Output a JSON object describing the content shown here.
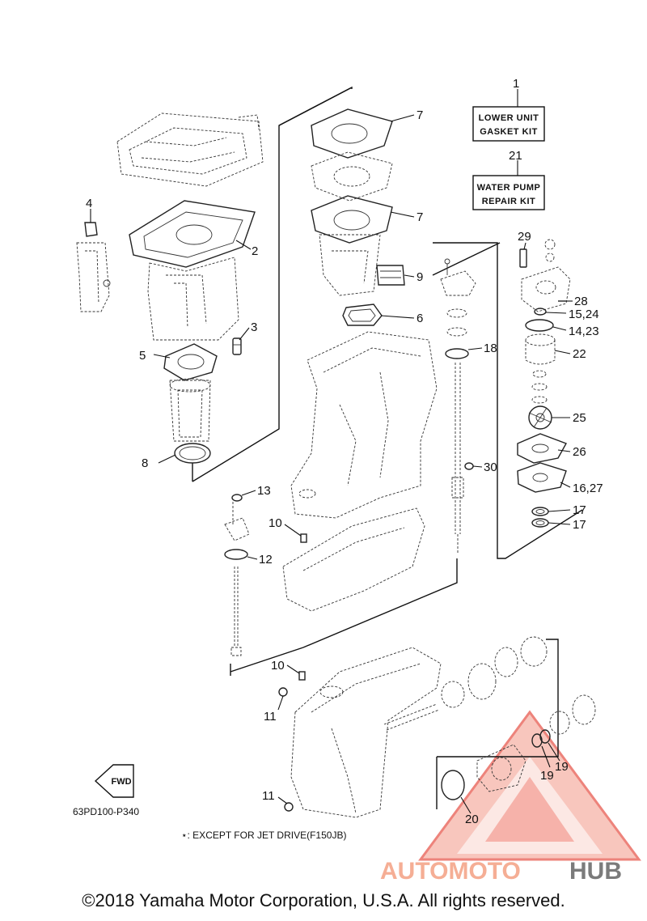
{
  "diagram": {
    "callouts": {
      "c1": "1",
      "c2": "2",
      "c3": "3",
      "c4": "4",
      "c5": "5",
      "c6": "6",
      "c7a": "7",
      "c7b": "7",
      "c8": "8",
      "c9": "9",
      "c10a": "10",
      "c10b": "10",
      "c11a": "11",
      "c11b": "11",
      "c12": "12",
      "c13": "13",
      "c14": "14,23",
      "c15": "15,24",
      "c16": "16,27",
      "c17a": "17",
      "c17b": "17",
      "c18": "18",
      "c19a": "19",
      "c19b": "19",
      "c20": "20",
      "c21": "21",
      "c22": "22",
      "c25": "25",
      "c26": "26",
      "c28": "28",
      "c29": "29",
      "c30": "30"
    },
    "kits": {
      "gasket_line1": "LOWER UNIT",
      "gasket_line2": "GASKET KIT",
      "pump_line1": "WATER PUMP",
      "pump_line2": "REPAIR KIT"
    },
    "fwd_label": "FWD",
    "diagram_code": "63PD100-P340",
    "note": "⋆: EXCEPT FOR JET DRIVE(F150JB)"
  },
  "watermark": {
    "part1": "AUTOMOTO",
    "part2": "HUB",
    "color_red": "#e85a4f",
    "color_orange": "#f4a58a",
    "color_gray": "#6d6d6d"
  },
  "footer": {
    "copyright": "©2018 Yamaha Motor Corporation, U.S.A. All rights reserved."
  }
}
